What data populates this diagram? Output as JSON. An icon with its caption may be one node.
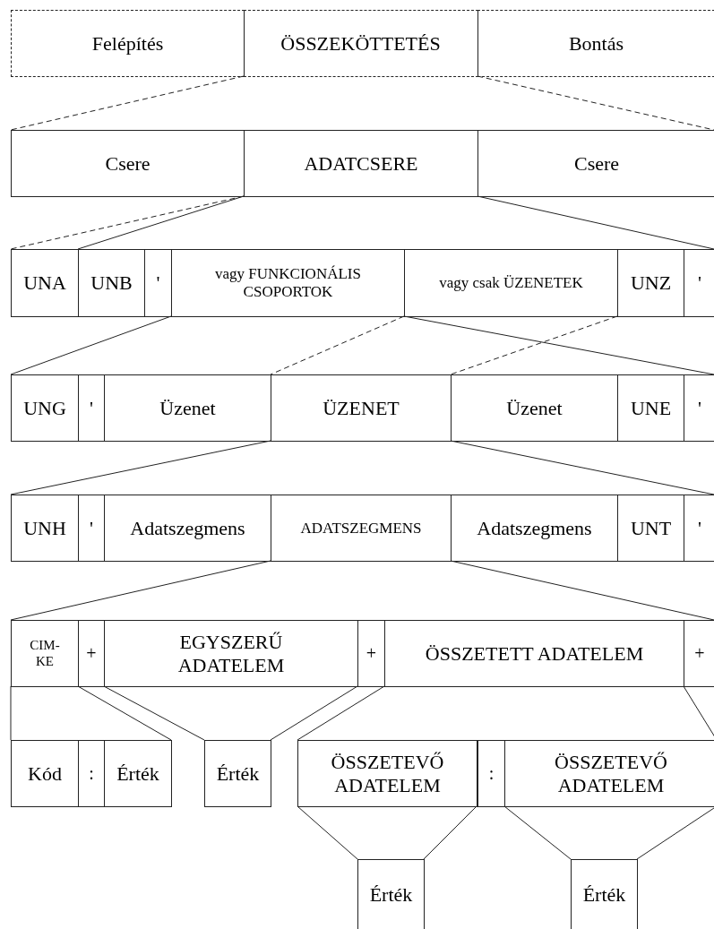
{
  "diagram": {
    "nodes": [
      {
        "text": [
          "Felépítés"
        ]
      },
      {
        "text": [
          "ÖSSZEKÖTTETÉS"
        ]
      },
      {
        "text": [
          "Bontás"
        ]
      },
      {
        "text": [
          "Csere"
        ]
      },
      {
        "text": [
          "ADATCSERE"
        ]
      },
      {
        "text": [
          "Csere"
        ]
      },
      {
        "text": [
          "UNA"
        ]
      },
      {
        "text": [
          "UNB"
        ]
      },
      {
        "text": [
          "'"
        ]
      },
      {
        "text": [
          "vagy FUNKCIONÁLIS CSOPORTOK"
        ]
      },
      {
        "text": [
          "vagy csak ÜZENETEK"
        ]
      },
      {
        "text": [
          "UNZ"
        ]
      },
      {
        "text": [
          "'"
        ]
      },
      {
        "text": [
          "UNG"
        ]
      },
      {
        "text": [
          "'"
        ]
      },
      {
        "text": [
          "Üzenet"
        ]
      },
      {
        "text": [
          "ÜZENET"
        ]
      },
      {
        "text": [
          "Üzenet"
        ]
      },
      {
        "text": [
          "UNE"
        ]
      },
      {
        "text": [
          "'"
        ]
      },
      {
        "text": [
          "UNH"
        ]
      },
      {
        "text": [
          "'"
        ]
      },
      {
        "text": [
          "Adatszegmens"
        ]
      },
      {
        "text": [
          "ADATSZEGMENS"
        ]
      },
      {
        "text": [
          "Adatszegmens"
        ]
      },
      {
        "text": [
          "UNT"
        ]
      },
      {
        "text": [
          "'"
        ]
      },
      {
        "text": [
          "CIM-KE"
        ]
      },
      {
        "text": [
          "+"
        ]
      },
      {
        "text": [
          "EGYSZERŰ ADATELEM"
        ]
      },
      {
        "text": [
          "+"
        ]
      },
      {
        "text": [
          "ÖSSZETETT ADATELEM"
        ]
      },
      {
        "text": [
          "+"
        ]
      },
      {
        "text": [
          "Kód"
        ]
      },
      {
        "text": [
          ":"
        ]
      },
      {
        "text": [
          "Érték"
        ]
      },
      {
        "text": [
          "Érték"
        ]
      },
      {
        "text": [
          "ÖSSZETEVŐ ADATELEM"
        ]
      },
      {
        "text": [
          ":"
        ]
      },
      {
        "text": [
          "ÖSSZETEVŐ ADATELEM"
        ]
      },
      {
        "text": [
          "Érték"
        ]
      },
      {
        "text": [
          "Érték"
        ]
      }
    ],
    "edges": [
      {
        "from": 1,
        "to": 3,
        "arrow": "none",
        "style": "dashed"
      },
      {
        "from": 1,
        "to": 5,
        "arrow": "none",
        "style": "dashed"
      },
      {
        "from": 4,
        "to": 6,
        "arrow": "none",
        "style": "dashed"
      },
      {
        "from": 4,
        "to": 7,
        "arrow": "none"
      },
      {
        "from": 4,
        "to": 12,
        "arrow": "none"
      },
      {
        "from": 9,
        "to": 13,
        "arrow": "none"
      },
      {
        "from": 9,
        "to": 19,
        "arrow": "none"
      },
      {
        "from": 10,
        "to": 16,
        "arrow": "none",
        "style": "dashed"
      },
      {
        "from": 10,
        "to": 17,
        "arrow": "none",
        "style": "dashed"
      },
      {
        "from": 16,
        "to": 20,
        "arrow": "none"
      },
      {
        "from": 16,
        "to": 26,
        "arrow": "none"
      },
      {
        "from": 23,
        "to": 27,
        "arrow": "none"
      },
      {
        "from": 23,
        "to": 32,
        "arrow": "none"
      },
      {
        "from": 27,
        "to": 33,
        "arrow": "none"
      },
      {
        "from": 27,
        "to": 35,
        "arrow": "none"
      },
      {
        "from": 29,
        "to": 36,
        "arrow": "none"
      },
      {
        "from": 29,
        "to": 36,
        "arrow": "none"
      },
      {
        "from": 31,
        "to": 37,
        "arrow": "none"
      },
      {
        "from": 31,
        "to": 39,
        "arrow": "none"
      },
      {
        "from": 37,
        "to": 40,
        "arrow": "none"
      },
      {
        "from": 37,
        "to": 40,
        "arrow": "none"
      },
      {
        "from": 39,
        "to": 41,
        "arrow": "none"
      },
      {
        "from": 39,
        "to": 41,
        "arrow": "none"
      }
    ]
  }
}
